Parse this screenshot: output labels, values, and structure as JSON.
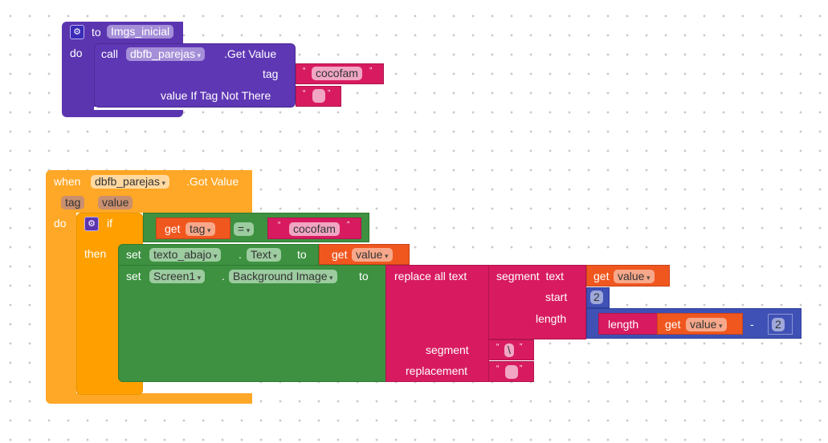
{
  "procedure": {
    "to": "to",
    "name": "Imgs_inicial",
    "do": "do",
    "call": {
      "call": "call",
      "component": "dbfb_parejas",
      "method": ".Get Value",
      "tag_label": "tag",
      "tag_value": "cocofam",
      "default_label": "value If Tag Not There",
      "default_value": ""
    }
  },
  "event": {
    "when": "when",
    "component": "dbfb_parejas",
    "event": ".Got Value",
    "params": [
      "tag",
      "value"
    ],
    "do": "do",
    "if": {
      "if": "if",
      "then": "then",
      "get": "get",
      "var": "tag",
      "op": "=",
      "text": "cocofam"
    },
    "set1": {
      "set": "set",
      "component": "texto_abajo",
      "dot": ".",
      "property": "Text",
      "to": "to",
      "get": "get",
      "var": "value"
    },
    "set2": {
      "set": "set",
      "component": "Screen1",
      "dot": ".",
      "property": "Background Image",
      "to": "to",
      "replace": {
        "label": "replace all text",
        "segment_label": "segment",
        "replacement_label": "replacement",
        "segment_value": "\\",
        "replacement_value": "",
        "seg": {
          "label": "segment  text",
          "start_label": "start",
          "length_label": "length",
          "get": "get",
          "var": "value",
          "start": "2",
          "len": {
            "label": "length",
            "get": "get",
            "var": "value",
            "op": "-",
            "num": "2"
          }
        }
      }
    }
  },
  "quote_open": "“",
  "quote_close": "”"
}
